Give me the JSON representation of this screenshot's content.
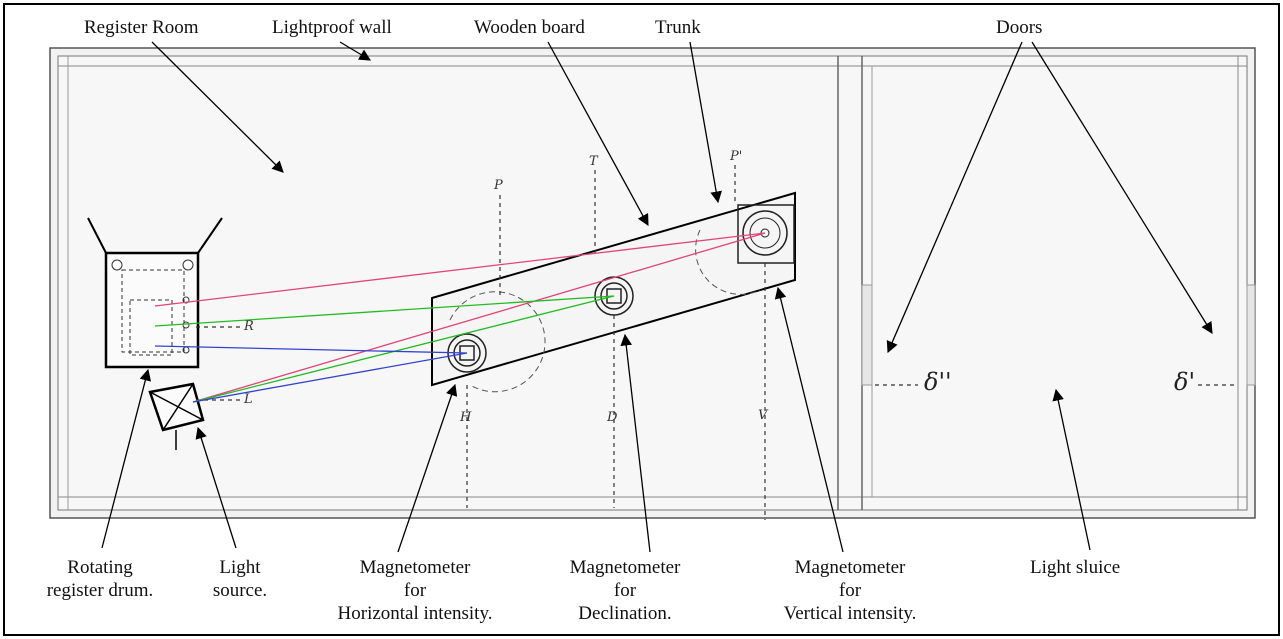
{
  "labels": {
    "register_room": "Register Room",
    "lightproof_wall": "Lightproof wall",
    "wooden_board": "Wooden board",
    "trunk": "Trunk",
    "doors": "Doors",
    "rotating_drum": [
      "Rotating",
      "register drum."
    ],
    "light_source": [
      "Light",
      "source."
    ],
    "magnetometer_h": [
      "Magnetometer",
      "for",
      "Horizontal intensity."
    ],
    "magnetometer_d": [
      "Magnetometer",
      "for",
      "Declination."
    ],
    "magnetometer_v": [
      "Magnetometer",
      "for",
      "Vertical intensity."
    ],
    "light_sluice": "Light sluice"
  },
  "plan_marks": {
    "p": "P",
    "t": "T",
    "p_prime": "P'",
    "r": "R",
    "l": "L",
    "h": "H",
    "d": "D",
    "v": "V",
    "delta_double": "δ''",
    "delta_single": "δ'"
  },
  "beam_colors": {
    "vertical": "#e0457a",
    "declination": "#22bb22",
    "horizontal": "#3344cc"
  }
}
